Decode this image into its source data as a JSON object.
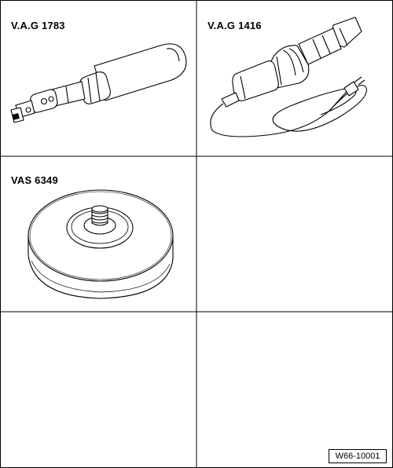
{
  "tools": [
    {
      "label": "V.A.G 1783",
      "illustration": "torque-wrench"
    },
    {
      "label": "V.A.G 1416",
      "illustration": "hot-air-blower"
    },
    {
      "label": "VAS 6349",
      "illustration": "threaded-disc-adapter"
    },
    {
      "label": "",
      "illustration": ""
    },
    {
      "label": "",
      "illustration": ""
    },
    {
      "label": "",
      "illustration": ""
    }
  ],
  "figure_id": "W66-10001"
}
